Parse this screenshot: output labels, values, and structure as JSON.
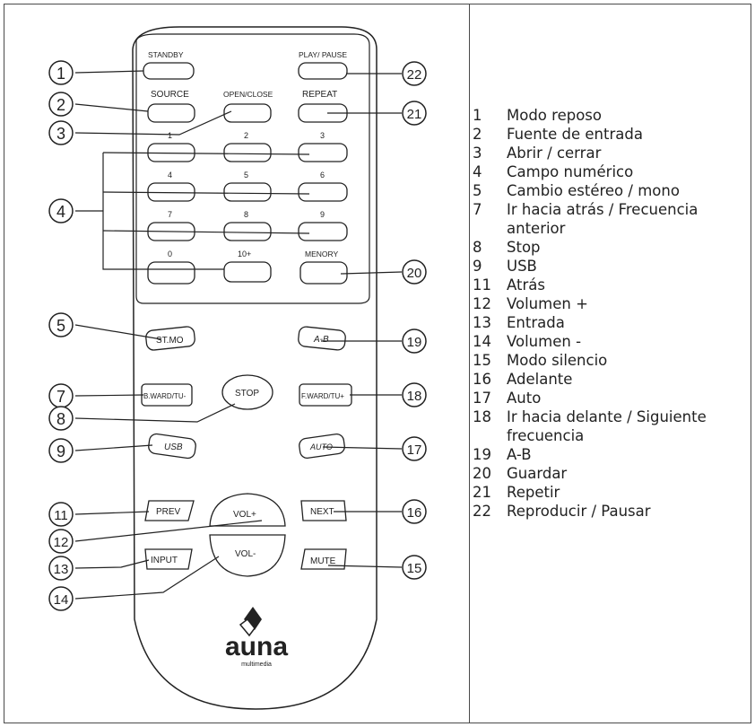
{
  "remote": {
    "buttons": {
      "standby": "STANDBY",
      "play_pause": "PLAY/ PAUSE",
      "source": "SOURCE",
      "open_close": "OPEN/CLOSE",
      "repeat": "REPEAT",
      "digits": [
        "1",
        "2",
        "3",
        "4",
        "5",
        "6",
        "7",
        "8",
        "9",
        "0",
        "10+"
      ],
      "memory": "MENORY",
      "st_mo": "ST.MO",
      "a_b": "A-B",
      "bward": "B.WARD/TU-",
      "stop": "STOP",
      "fward": "F.WARD/TU+",
      "usb": "USB",
      "auto": "AUTO",
      "prev": "PREV",
      "vol_plus": "VOL+",
      "next": "NEXT",
      "input": "INPUT",
      "vol_minus": "VOL-",
      "mute": "MUTE"
    },
    "callouts": [
      "1",
      "2",
      "3",
      "4",
      "5",
      "7",
      "8",
      "9",
      "11",
      "12",
      "13",
      "14",
      "22",
      "21",
      "20",
      "19",
      "18",
      "17",
      "16",
      "15"
    ],
    "brand": "auna",
    "brand_sub": "multimedia"
  },
  "legend": [
    {
      "num": "1",
      "text": "Modo reposo"
    },
    {
      "num": "2",
      "text": "Fuente de entrada"
    },
    {
      "num": "3",
      "text": "Abrir / cerrar"
    },
    {
      "num": "4",
      "text": "Campo numérico"
    },
    {
      "num": "5",
      "text": "Cambio estéreo / mono"
    },
    {
      "num": "7",
      "text": "Ir hacia atrás / Frecuencia anterior"
    },
    {
      "num": "8",
      "text": "Stop"
    },
    {
      "num": "9",
      "text": "USB"
    },
    {
      "num": "11",
      "text": "Atrás"
    },
    {
      "num": "12",
      "text": "Volumen +"
    },
    {
      "num": "13",
      "text": "Entrada"
    },
    {
      "num": "14",
      "text": "Volumen -"
    },
    {
      "num": "15",
      "text": "Modo silencio"
    },
    {
      "num": "16",
      "text": "Adelante"
    },
    {
      "num": "17",
      "text": "Auto"
    },
    {
      "num": "18",
      "text": "Ir hacia delante / Siguiente frecuencia"
    },
    {
      "num": "19",
      "text": "A-B"
    },
    {
      "num": "20",
      "text": "Guardar"
    },
    {
      "num": "21",
      "text": "Repetir"
    },
    {
      "num": "22",
      "text": "Reproducir / Pausar"
    }
  ]
}
